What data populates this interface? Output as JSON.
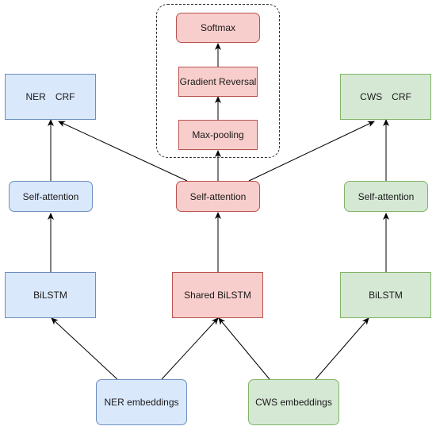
{
  "diagram": {
    "nodes": {
      "softmax": "Softmax",
      "gradient_reversal": "Gradient Reversal",
      "max_pooling": "Max-pooling",
      "ner_crf": {
        "left": "NER",
        "right": "CRF"
      },
      "cws_crf": {
        "left": "CWS",
        "right": "CRF"
      },
      "self_attention_ner": "Self-attention",
      "self_attention_shared": "Self-attention",
      "self_attention_cws": "Self-attention",
      "bilstm_ner": "BiLSTM",
      "shared_bilstm": "Shared BiLSTM",
      "bilstm_cws": "BiLSTM",
      "ner_embeddings": "NER embeddings",
      "cws_embeddings": "CWS embeddings"
    },
    "colors": {
      "blue_fill": "#dae8fc",
      "blue_stroke": "#6c8ebf",
      "red_fill": "#f8cecc",
      "red_stroke": "#b85450",
      "green_fill": "#d5e8d4",
      "green_stroke": "#82b366",
      "edge": "#000000"
    }
  }
}
